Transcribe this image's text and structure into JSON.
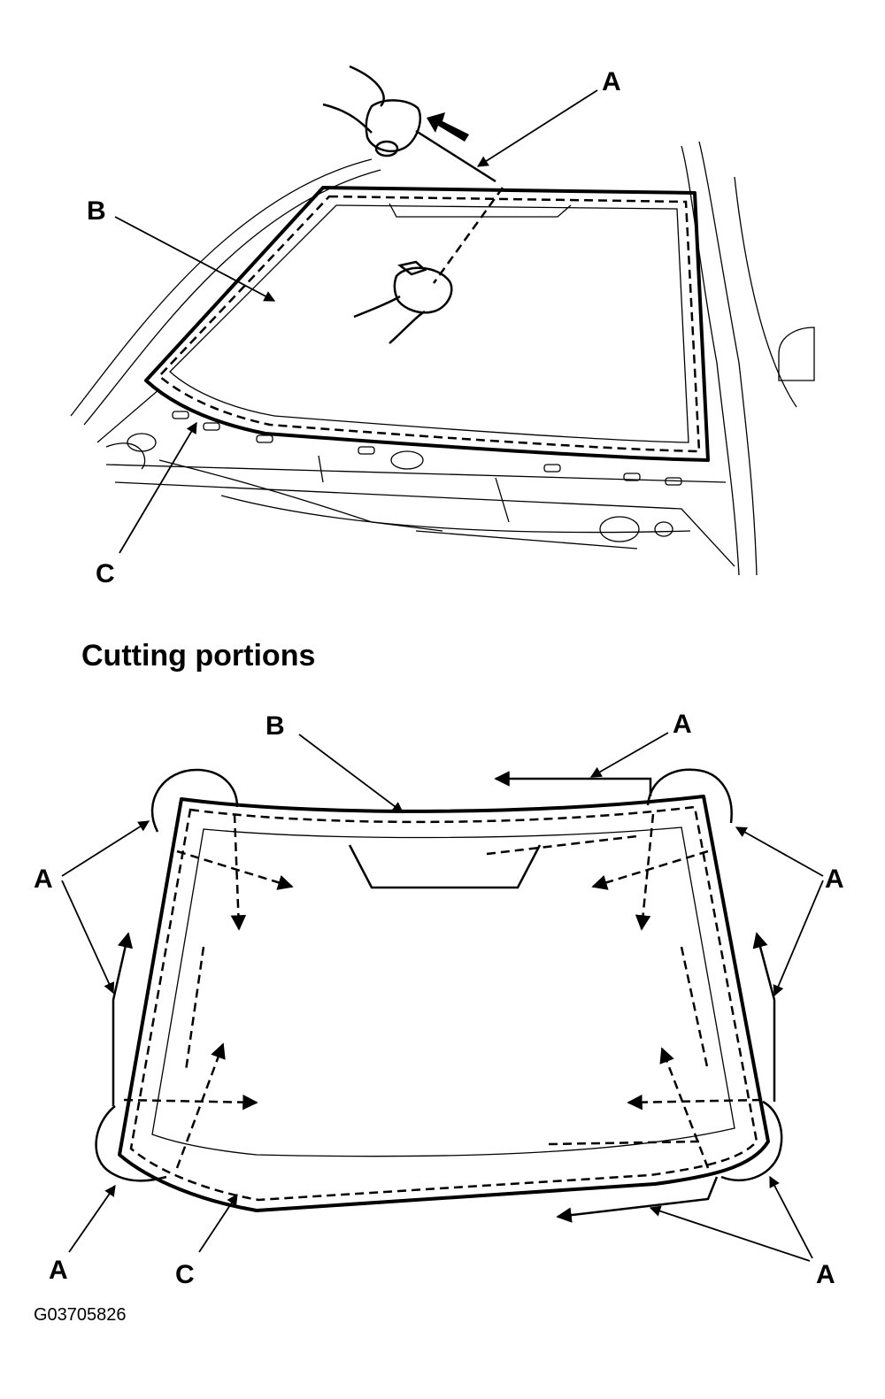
{
  "figure": {
    "top_view": {
      "labels": {
        "a": "A",
        "b": "B",
        "c": "C"
      }
    },
    "bottom_view": {
      "title": "Cutting portions",
      "labels": {
        "b": "B",
        "a_top": "A",
        "a_left": "A",
        "a_right": "A",
        "a_bottom_left": "A",
        "c": "C",
        "a_bottom_right": "A"
      }
    },
    "figure_code": "G03705826"
  },
  "colors": {
    "ink": "#000000",
    "paper": "#ffffff"
  }
}
